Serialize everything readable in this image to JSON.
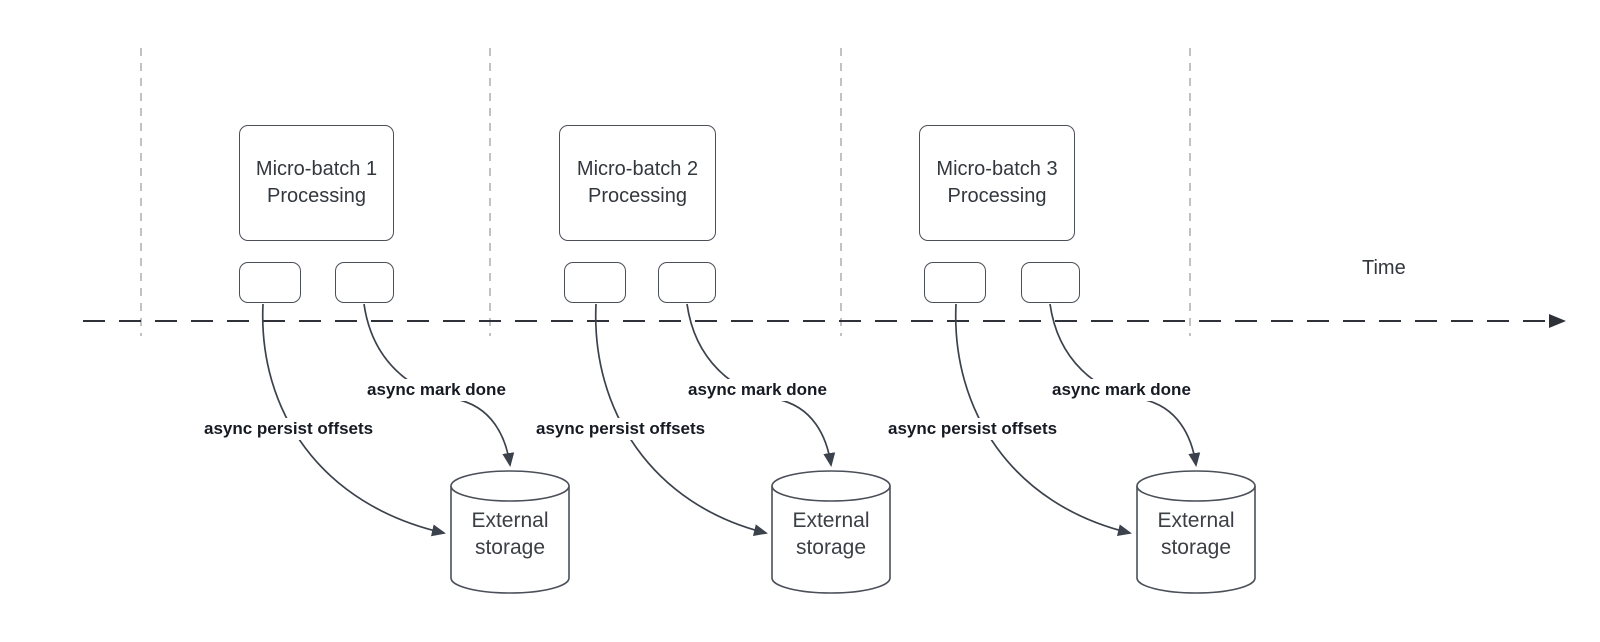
{
  "diagram": {
    "time_label": "Time",
    "groups": [
      {
        "title_line1": "Micro-batch 1",
        "title_line2": "Processing",
        "persist_label": "async persist offsets",
        "mark_done_label": "async mark done",
        "storage_line1": "External",
        "storage_line2": "storage"
      },
      {
        "title_line1": "Micro-batch 2",
        "title_line2": "Processing",
        "persist_label": "async persist offsets",
        "mark_done_label": "async mark done",
        "storage_line1": "External",
        "storage_line2": "storage"
      },
      {
        "title_line1": "Micro-batch 3",
        "title_line2": "Processing",
        "persist_label": "async persist offsets",
        "mark_done_label": "async mark done",
        "storage_line1": "External",
        "storage_line2": "storage"
      }
    ],
    "colors": {
      "shape_border": "#4a4f58",
      "arrow": "#3c424c",
      "axis": "#2e3138",
      "guide": "#a8a8a8",
      "label_text": "#161a23",
      "box_text": "#33373e",
      "storage_text": "#3c4046"
    }
  }
}
